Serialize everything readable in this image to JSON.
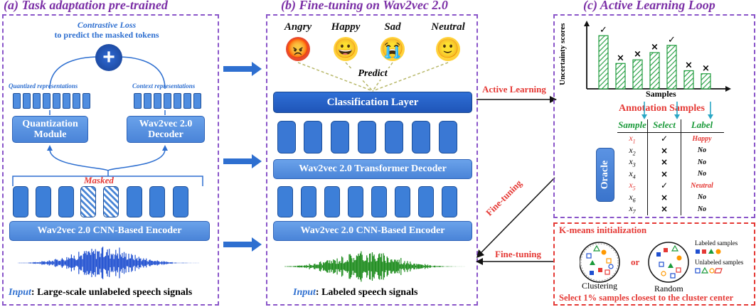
{
  "panels": {
    "a_title": "(a) Task adaptation pre-trained",
    "b_title": "(b) Fine-tuning on Wav2vec 2.0",
    "c_title": "(c) Active Learning Loop"
  },
  "panel_a": {
    "contrastive_loss": "Contrastive Loss",
    "predict_masked": "to predict the masked tokens",
    "plus": "+",
    "quantized_label": "Quantized representations",
    "context_label": "Context representations",
    "quantization_module": "Quantization Module",
    "decoder": "Wav2vec 2.0 Decoder",
    "masked": "Masked",
    "encoder": "Wav2vec 2.0 CNN-Based Encoder",
    "input_prefix": "Input",
    "input_text": ":  Large-scale unlabeled speech signals",
    "wave_color": "#1f4fd0"
  },
  "panel_b": {
    "emotions": [
      {
        "label": "Angry",
        "emoji": "😡"
      },
      {
        "label": "Happy",
        "emoji": "😀"
      },
      {
        "label": "Sad",
        "emoji": "😭"
      },
      {
        "label": "Neutral",
        "emoji": "🙂"
      }
    ],
    "predict": "Predict",
    "classification": "Classification Layer",
    "transformer": "Wav2vec 2.0 Transformer Decoder",
    "encoder": "Wav2vec 2.0 CNN-Based Encoder",
    "input_prefix": "Input",
    "input_text": ": Labeled speech signals",
    "wave_color": "#1a8a1a"
  },
  "panel_c": {
    "ylabel": "Uncertainty scores",
    "xlabel": "Samples",
    "bar_values": [
      0.88,
      0.42,
      0.48,
      0.6,
      0.72,
      0.3,
      0.25
    ],
    "bar_marks": [
      "✓",
      "×",
      "×",
      "×",
      "✓",
      "×",
      "×"
    ],
    "annotation_title": "Annotation Samples",
    "col_sample": "Sample",
    "col_select": "Select",
    "col_label": "Label",
    "oracle": "Oracle",
    "rows": [
      {
        "sample": "x1",
        "sub": "1",
        "select": "✓",
        "label": "Happy",
        "hl": true
      },
      {
        "sample": "x2",
        "sub": "2",
        "select": "×",
        "label": "No",
        "hl": false
      },
      {
        "sample": "x3",
        "sub": "3",
        "select": "×",
        "label": "No",
        "hl": false
      },
      {
        "sample": "x4",
        "sub": "4",
        "select": "×",
        "label": "No",
        "hl": false
      },
      {
        "sample": "x5",
        "sub": "5",
        "select": "✓",
        "label": "Neutral",
        "hl": true
      },
      {
        "sample": "x6",
        "sub": "6",
        "select": "×",
        "label": "No",
        "hl": false
      },
      {
        "sample": "x7",
        "sub": "7",
        "select": "×",
        "label": "No",
        "hl": false
      }
    ],
    "active_learning": "Active Learning",
    "fine_tuning_1": "Fine-tuning",
    "fine_tuning_2": "Fine-tuning",
    "kmeans_title": "K-means initialization",
    "or": "or",
    "clustering": "Clustering",
    "random": "Random",
    "labeled_samples": "Labeled samples",
    "unlabeled_samples": "Unlabeled samples",
    "select_text": "Select 1% samples closest to the cluster center"
  },
  "colors": {
    "purple": "#7b2fa6",
    "blue": "#2e6fd0",
    "red": "#e53935",
    "green": "#1a9a3a"
  }
}
